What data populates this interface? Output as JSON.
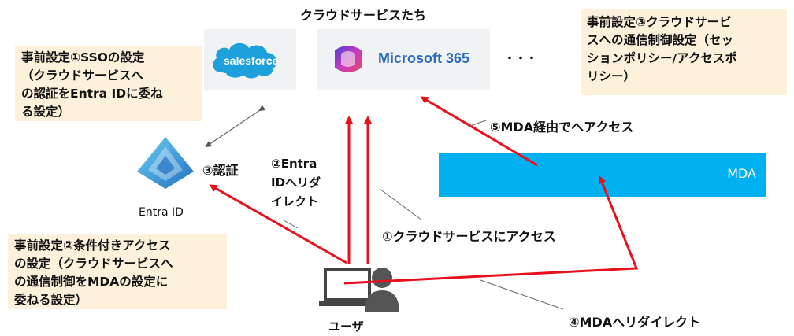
{
  "title": "クラウドサービスたち",
  "services": {
    "salesforce": "salesforce",
    "microsoft365": "Microsoft 365",
    "more": "・・・"
  },
  "callouts": {
    "sso": [
      "事前設定①SSOの設定",
      "（クラウドサービスへ",
      "の認証をEntra IDに委ね",
      "る設定）"
    ],
    "conditional": [
      "事前設定②条件付きアクセス",
      "の設定（クラウドサービスへ",
      "の通信制御をMDAの設定に",
      "委ねる設定）"
    ],
    "session": [
      "事前設定③クラウドサービ",
      "スへの通信制御設定（セッ",
      "ションポリシー/アクセスポ",
      "リシー）"
    ]
  },
  "nodes": {
    "entra_label": "Entra ID",
    "mda_label": "MDA",
    "user_label": "ユーザ"
  },
  "steps": {
    "step1": "①クラウドサービスにアクセス",
    "step2": [
      "②Entra",
      "IDへリダ",
      "イレクト"
    ],
    "step3": "③認証",
    "step4": "④MDAへリダイレクト",
    "step5": "⑤MDA経由でへアクセス"
  },
  "colors": {
    "arrow_red": "#e8101c",
    "mda_blue": "#00b0f0",
    "callout_bg": "#fdf1dc",
    "card_bg": "#f1f2f3",
    "salesforce_blue": "#1ea0dc",
    "ms365_text": "#2a6dc0",
    "entra_blue": "#2e8dd8",
    "user_gray": "#555555"
  }
}
